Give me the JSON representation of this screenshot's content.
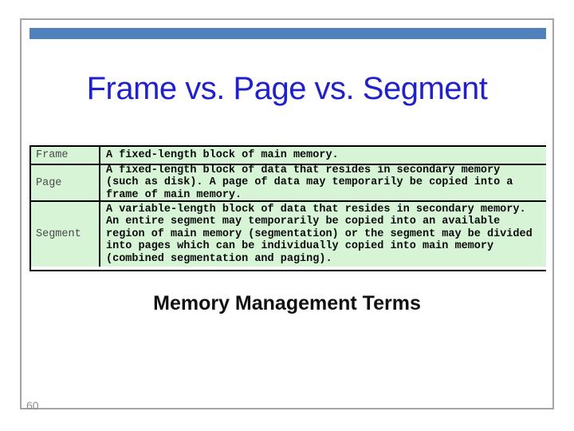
{
  "title": "Frame vs. Page vs. Segment",
  "caption": "Memory Management Terms",
  "page_number": "60",
  "colors": {
    "accent_bar": "#4F81BD",
    "title_text": "#2121CB",
    "table_cell_bg": "#D7F4D7",
    "table_border": "#000000",
    "slide_border": "#A3A3A3",
    "label_text": "#4A4A4A",
    "page_number_text": "#909090"
  },
  "table": {
    "rows": [
      {
        "term": "Frame",
        "definition": "A fixed-length block of main memory."
      },
      {
        "term": "Page",
        "definition": "A fixed-length block of data that resides in secondary memory (such as disk). A page of data may temporarily be copied into a frame of main memory."
      },
      {
        "term": "Segment",
        "definition": "A variable-length block of data that resides in secondary memory. An entire segment may temporarily be copied into an available region of main memory (segmentation) or the segment may be divided into pages which can be individually copied into main memory (combined segmentation and paging)."
      }
    ]
  }
}
